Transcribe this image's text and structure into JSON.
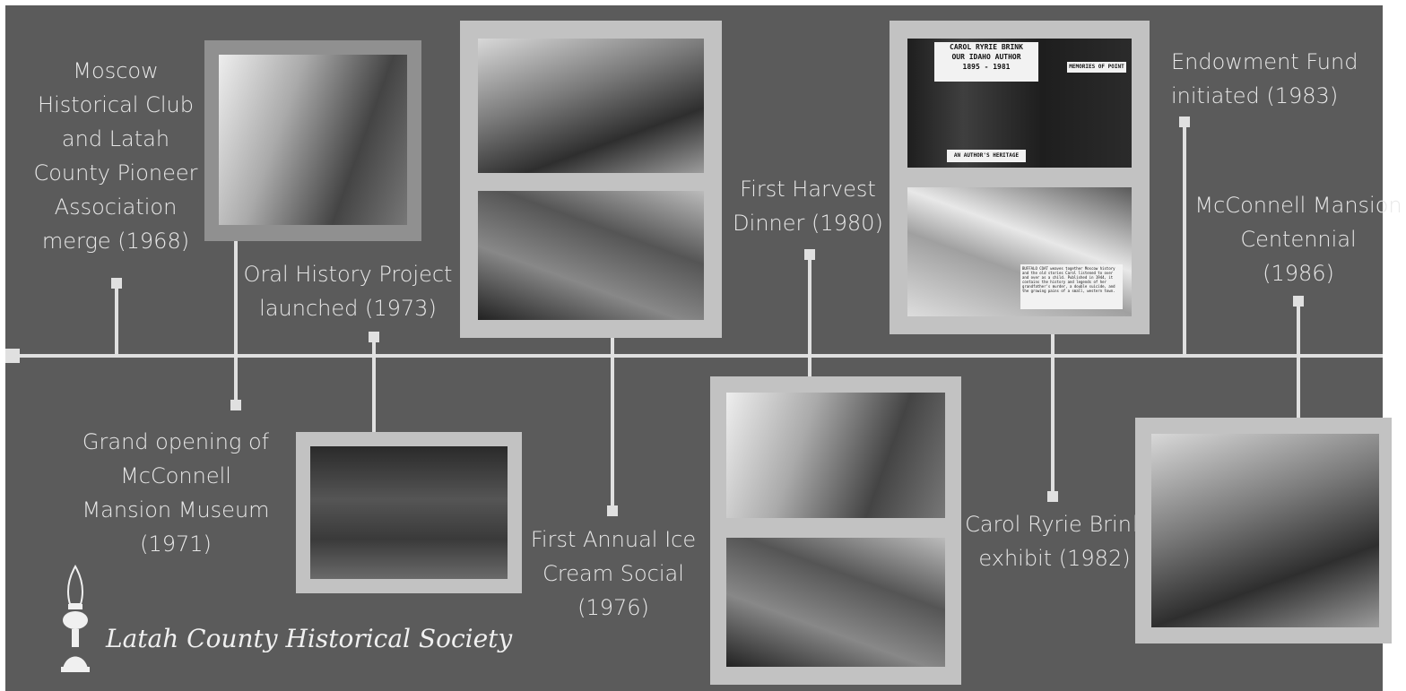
{
  "events": [
    {
      "id": "e1968",
      "text": "Moscow\nHistorical Club\nand Latah\nCounty Pioneer\nAssociation\nmerge (1968)"
    },
    {
      "id": "e1971",
      "text": "Grand opening of\nMcConnell\nMansion Museum\n(1971)"
    },
    {
      "id": "e1973",
      "text": "Oral History Project\nlaunched (1973)"
    },
    {
      "id": "e1976",
      "text": "First Annual Ice\nCream Social\n(1976)"
    },
    {
      "id": "e1980",
      "text": "First Harvest\nDinner (1980)"
    },
    {
      "id": "e1982",
      "text": "Carol Ryrie Brink\nexhibit (1982)"
    },
    {
      "id": "e1983",
      "text": "Endowment Fund\ninitiated (1983)"
    },
    {
      "id": "e1986",
      "text": "McConnell Mansion\nCentennial\n(1986)"
    }
  ],
  "photos": {
    "exhibit_sign_title": "CAROL RYRIE BRINK\nOUR IDAHO AUTHOR\n1895 - 1981",
    "exhibit_sign_side": "MEMORIES OF POINT",
    "exhibit_sign_bottom": "AN AUTHOR'S HERITAGE",
    "book_card": "BUFFALO COAT weaves together Moscow history and the old stories Carol listened to over and over as a child. Published in 1944, it contains the history and legends of her grandfather's murder, a double suicide, and the growing pains of a small, western town."
  },
  "logo": {
    "name": "Latah County Historical Society",
    "icon": "oil-lamp-icon"
  },
  "colors": {
    "background": "#5b5b5b",
    "line": "#e0e0e0",
    "text": "#e8e8e8",
    "frame": "#c2c2c2"
  }
}
